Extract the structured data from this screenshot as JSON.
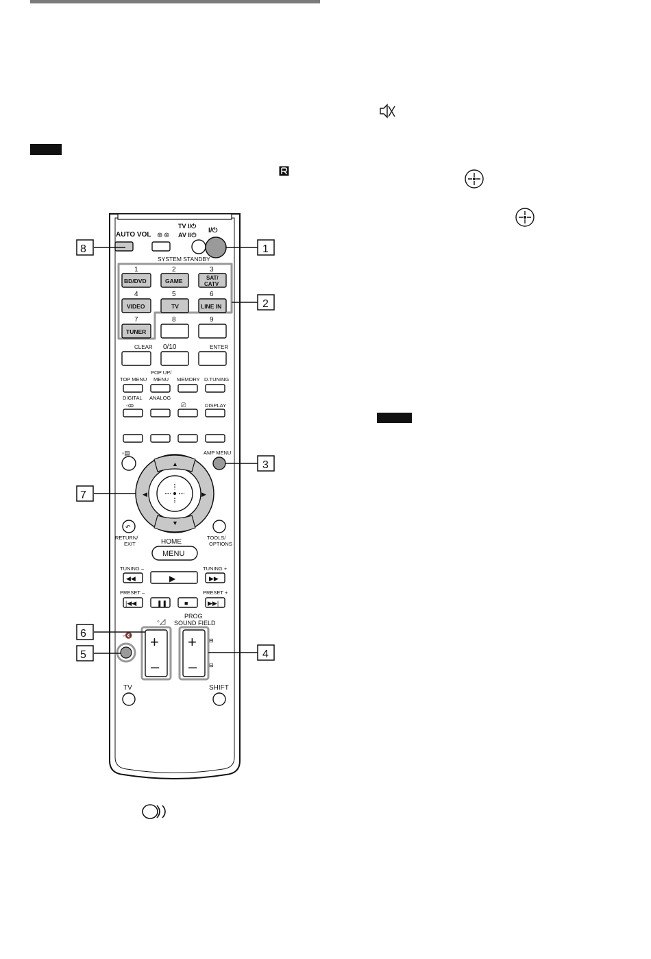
{
  "page": {
    "header_bar_color": "#7a7a7a",
    "note_tag_color": "#111111",
    "note_tag_right_color": "#111111",
    "inline_icons": [
      "ir-receptor-icon",
      "mute-icon",
      "enter-plus-icon",
      "enter-plus-icon",
      "multiplex-icon"
    ]
  },
  "remote": {
    "top": {
      "auto_vol": "AUTO VOL",
      "tv_power": "TV I/⏻",
      "av_power": "AV I/⏻",
      "power": "I/⏻",
      "system_standby": "SYSTEM STANDBY"
    },
    "numbers": {
      "n1": "1",
      "n2": "2",
      "n3": "3",
      "n4": "4",
      "n5": "5",
      "n6": "6",
      "n7": "7",
      "n8": "8",
      "n9": "9",
      "n0": "0/10",
      "clear": "CLEAR",
      "enter": "ENTER"
    },
    "inputs": {
      "bd_dvd": "BD/DVD",
      "game": "GAME",
      "sat1": "SAT/",
      "sat2": "CATV",
      "video": "VIDEO",
      "tv": "TV",
      "line_in": "LINE IN",
      "tuner": "TUNER"
    },
    "menu_row": {
      "top_menu": "TOP MENU",
      "popup1": "POP UP/",
      "popup2": "MENU",
      "memory": "MEMORY",
      "d_tuning": "D.TUNING",
      "digital": "DIGITAL",
      "analog": "ANALOG",
      "display": "DISPLAY"
    },
    "nav": {
      "amp_menu": "AMP MENU",
      "return1": "RETURN/",
      "return2": "EXIT",
      "tools1": "TOOLS/",
      "tools2": "OPTIONS",
      "home": "HOME",
      "menu": "MENU"
    },
    "transport": {
      "tuning_minus": "TUNING –",
      "tuning_plus": "TUNING +",
      "preset_minus": "PRESET –",
      "preset_plus": "PRESET +"
    },
    "volume": {
      "prog": "PROG",
      "sound_field": "SOUND FIELD",
      "tv": "TV",
      "shift": "SHIFT",
      "plus": "+",
      "minus": "–"
    },
    "callouts": [
      "1",
      "2",
      "3",
      "4",
      "5",
      "6",
      "7",
      "8"
    ],
    "colors": {
      "gray_button": "#c8c8c8",
      "dark_button": "#9a9a9a",
      "outline": "#111111"
    }
  }
}
